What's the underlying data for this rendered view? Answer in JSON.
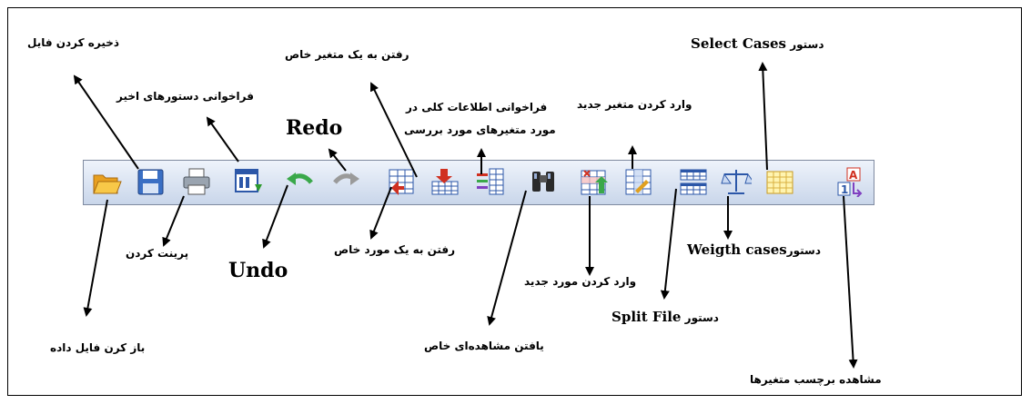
{
  "toolbar": {
    "buttons": [
      {
        "name": "open-data-file-button",
        "icon": "folder-open-icon",
        "caption": "باز کرن فایل داده"
      },
      {
        "name": "save-file-button",
        "icon": "floppy-disk-icon",
        "caption": "ذخیره کردن فایل"
      },
      {
        "name": "print-button",
        "icon": "printer-icon",
        "caption": "پرینت کردن"
      },
      {
        "name": "recall-dialogs-button",
        "icon": "dialog-recall-icon",
        "caption": "فراخوانی دستورهای اخیر"
      },
      {
        "name": "undo-button",
        "icon": "undo-arrow-icon",
        "caption": "Undo"
      },
      {
        "name": "redo-button",
        "icon": "redo-arrow-icon",
        "caption": "Redo"
      },
      {
        "name": "goto-case-button",
        "icon": "goto-case-icon",
        "caption": "رفتن به یک مورد خاص"
      },
      {
        "name": "goto-variable-button",
        "icon": "goto-variable-icon",
        "caption": "رفتن به یک متغیر خاص"
      },
      {
        "name": "variables-info-button",
        "icon": "variables-list-icon",
        "caption": "فراخوانی اطلاعات کلی در مورد متغیرهای مورد بررسی"
      },
      {
        "name": "find-button",
        "icon": "binoculars-icon",
        "caption": "یافتن مشاهده‌ای خاص"
      },
      {
        "name": "insert-case-button",
        "icon": "insert-case-icon",
        "caption": "وارد کردن مورد جدید"
      },
      {
        "name": "insert-variable-button",
        "icon": "insert-variable-icon",
        "caption": "وارد کردن متغیر جدید"
      },
      {
        "name": "split-file-button",
        "icon": "split-file-icon",
        "caption": "دستور Split File"
      },
      {
        "name": "weight-cases-button",
        "icon": "scale-icon",
        "caption": "دستورWeigth cases"
      },
      {
        "name": "select-cases-button",
        "icon": "select-cases-grid-icon",
        "caption": "دستور Select Cases"
      },
      {
        "name": "value-labels-button",
        "icon": "value-labels-icon",
        "caption": "مشاهده برچسب متغیرها"
      }
    ]
  },
  "labels": {
    "open_file": "باز کرن فایل داده",
    "save_file": "ذخیره کردن فایل",
    "print": "پرینت کردن",
    "recall": "فراخوانی دستورهای اخیر",
    "undo": "Undo",
    "redo": "Redo",
    "goto_case": "رفتن به یک مورد خاص",
    "goto_variable": "رفتن به یک متغیر خاص",
    "variables_info_line1": "فراخوانی اطلاعات کلی در",
    "variables_info_line2": "مورد متغیرهای مورد بررسی",
    "find": "یافتن مشاهده‌ای خاص",
    "insert_case": "وارد کردن مورد جدید",
    "insert_variable": "وارد کردن متغیر جدید",
    "split_file_word": "دستور",
    "split_file_en": "Split File",
    "weight_cases_word": "دستور",
    "weight_cases_en": "Weigth cases",
    "select_cases_word": "دستور",
    "select_cases_en": "Select Cases",
    "value_labels": "مشاهده برچسب متغیرها"
  }
}
